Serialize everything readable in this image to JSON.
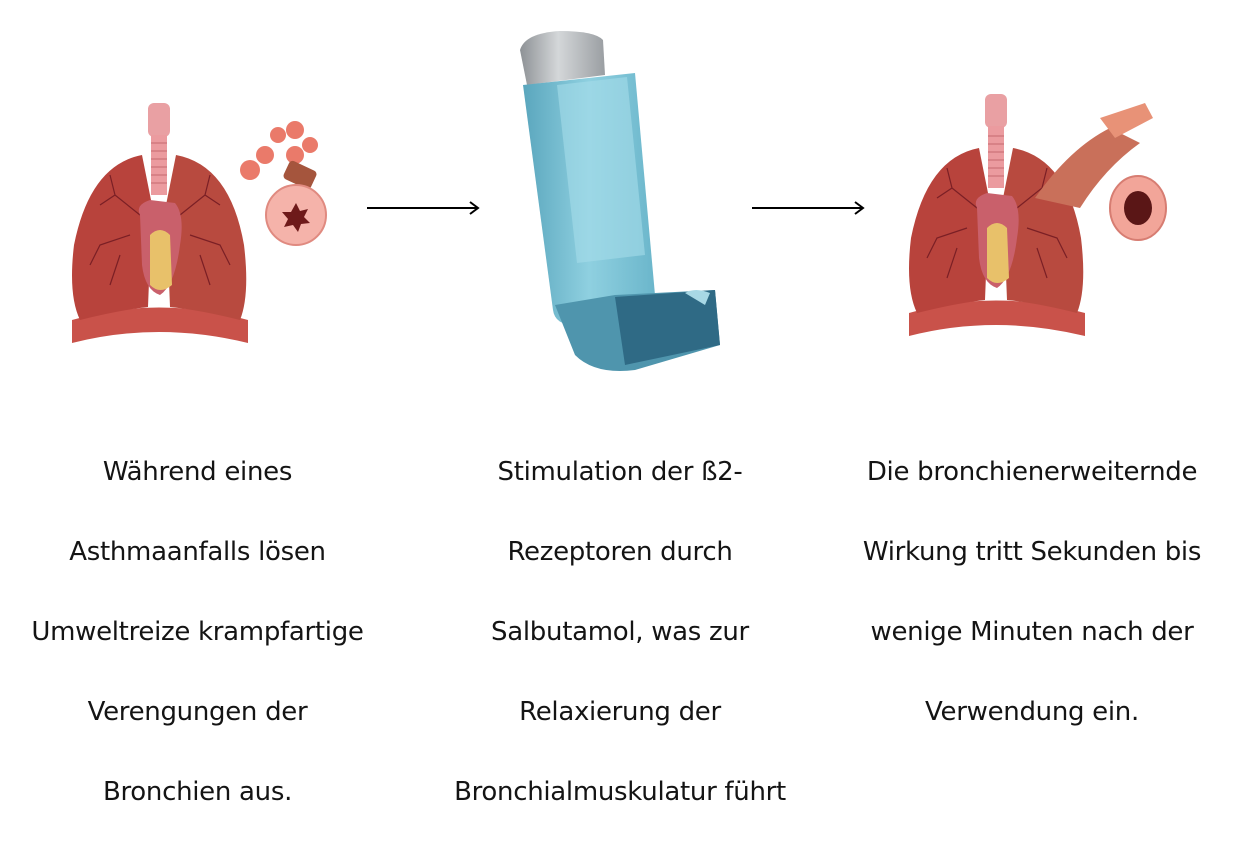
{
  "steps": [
    {
      "image": "lungs-constricted-bronchi-illustration",
      "caption_lines": [
        "Während eines",
        "Asthmaanfalls lösen",
        "Umweltreize krampfartige",
        "Verengungen der",
        "Bronchien aus."
      ]
    },
    {
      "image": "asthma-inhaler-illustration",
      "caption_lines": [
        "Stimulation der ß2-",
        "Rezeptoren durch",
        "Salbutamol, was zur",
        "Relaxierung der",
        "Bronchialmuskulatur führt"
      ]
    },
    {
      "image": "lungs-dilated-bronchi-illustration",
      "caption_lines": [
        "Die bronchienerweiternde",
        "Wirkung tritt Sekunden bis",
        "wenige Minuten nach der",
        "Verwendung ein."
      ]
    }
  ],
  "arrows": [
    {
      "icon": "arrow-right-icon"
    },
    {
      "icon": "arrow-right-icon"
    }
  ],
  "colors": {
    "lung_red": "#b8433c",
    "lung_dark": "#8e2a2a",
    "trachea_pink": "#e5868a",
    "heart_yellow": "#e8c16a",
    "inhaler_light": "#7cc4d6",
    "inhaler_dark": "#3b7e98",
    "canister_silver": "#b9bcbf",
    "text": "#141414"
  }
}
